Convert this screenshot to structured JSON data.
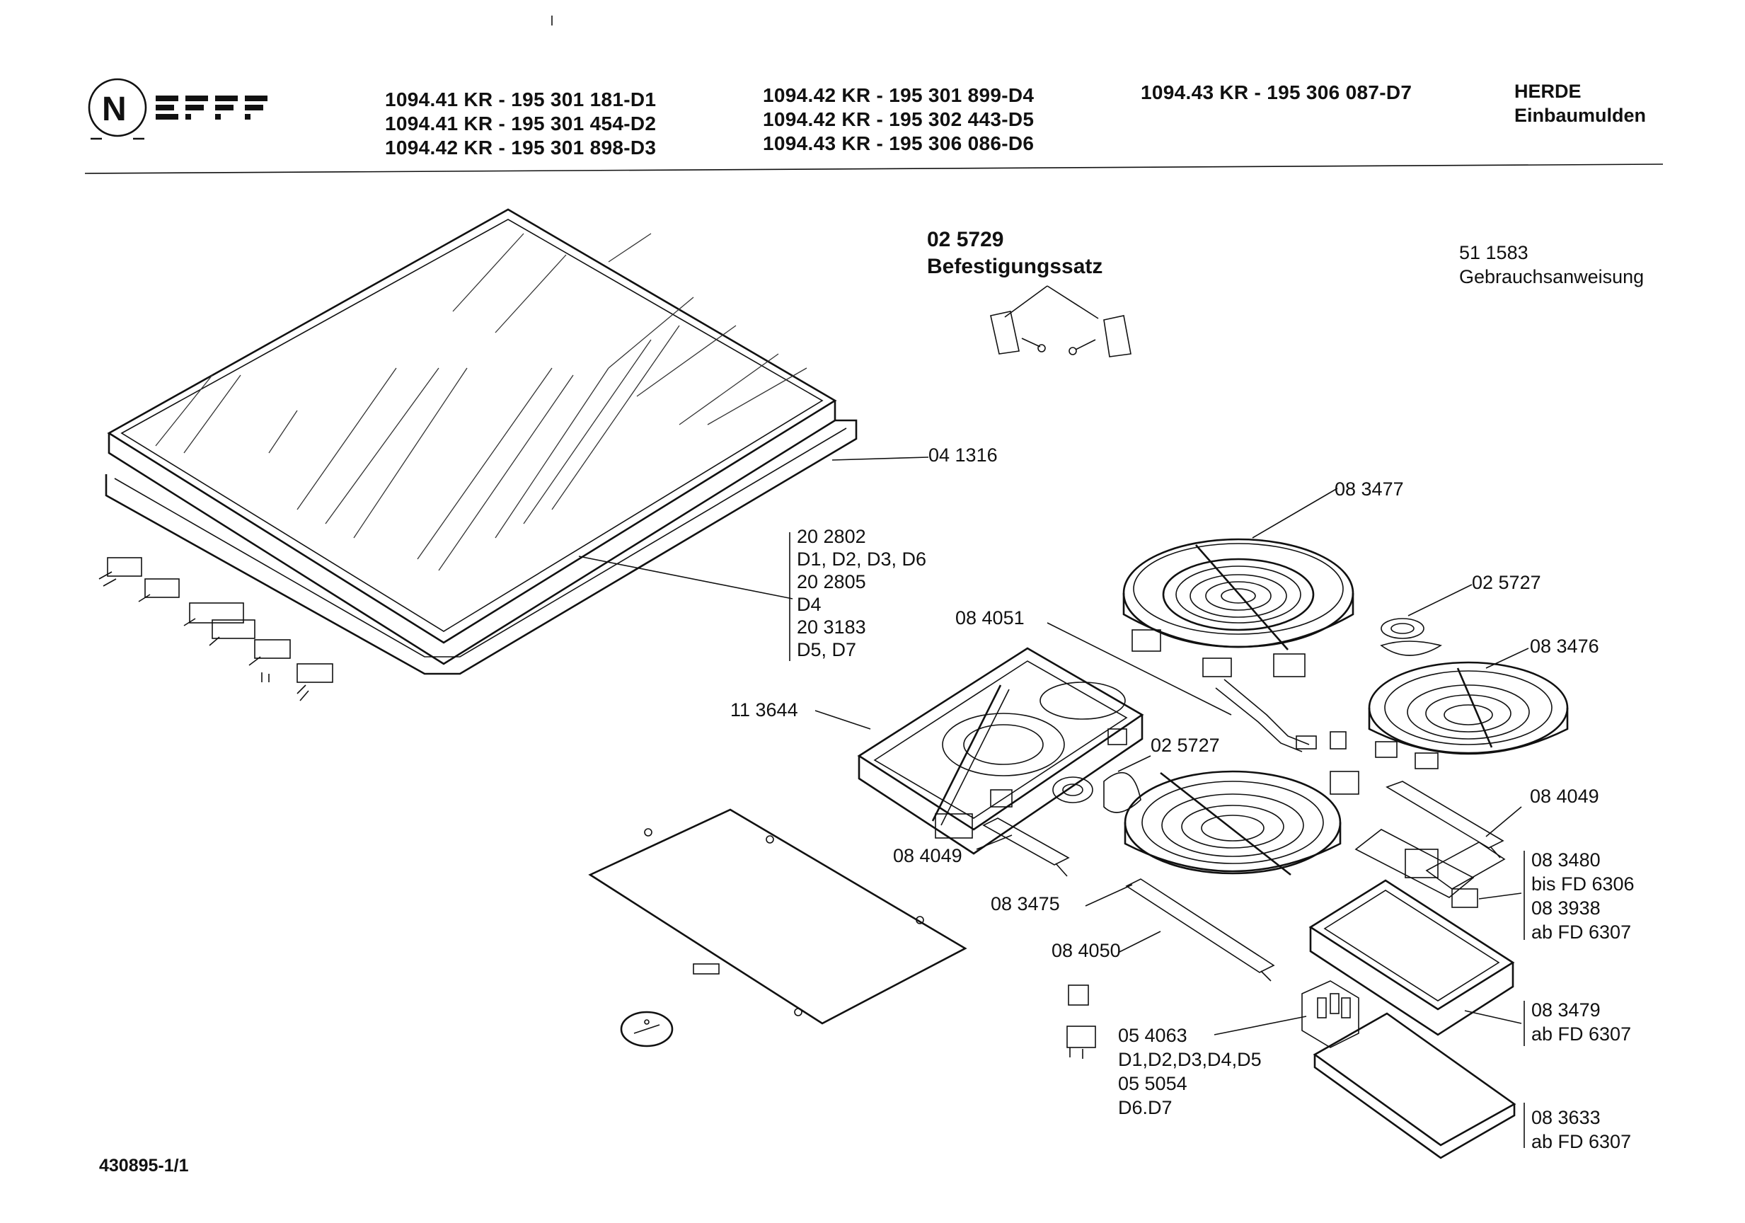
{
  "brand": {
    "logo_text": "NEFF"
  },
  "header": {
    "col1": [
      "1094.41 KR  - 195 301 181-D1",
      "1094.41 KR  - 195 301 454-D2",
      "1094.42 KR  - 195 301 898-D3"
    ],
    "col2": [
      "1094.42 KR  - 195 301 899-D4",
      "1094.42 KR  - 195 302 443-D5",
      "1094.43 KR  - 195 306 086-D6"
    ],
    "col3": [
      "1094.43 KR  - 195 306 087-D7"
    ],
    "category": [
      "HERDE",
      "Einbaumulden"
    ]
  },
  "labels": {
    "fixing_kit_no": "02 5729",
    "fixing_kit_name": "Befestigungssatz",
    "manual_no": "51 1583",
    "manual_name": "Gebrauchsanweisung",
    "frame": "04 1316",
    "glass_block": [
      "20 2802",
      "D1, D2, D3, D6",
      "20 2805",
      "D4",
      "20 3183",
      "D5, D7"
    ],
    "plate_large": "08 3477",
    "ring_top": "02 5727",
    "plate_right": "08 3476",
    "lead_top": "08 4051",
    "tray": "11 3644",
    "ring_mid": "02 5727",
    "bracket_right": "08 4049",
    "bracket_left": "08 4049",
    "plate_front": "08 3475",
    "switch_block": [
      "08 3480",
      "bis FD 6306",
      "08 3938",
      "ab FD 6307"
    ],
    "bracket_bottom": "08 4050",
    "box_block": [
      "08 3479",
      "ab FD 6307"
    ],
    "terminal_block": [
      "05 4063",
      "D1,D2,D3,D4,D5",
      "05 5054",
      "D6.D7"
    ],
    "cover_block": [
      "08 3633",
      "ab FD 6307"
    ],
    "page_no": "430895-1/1"
  }
}
